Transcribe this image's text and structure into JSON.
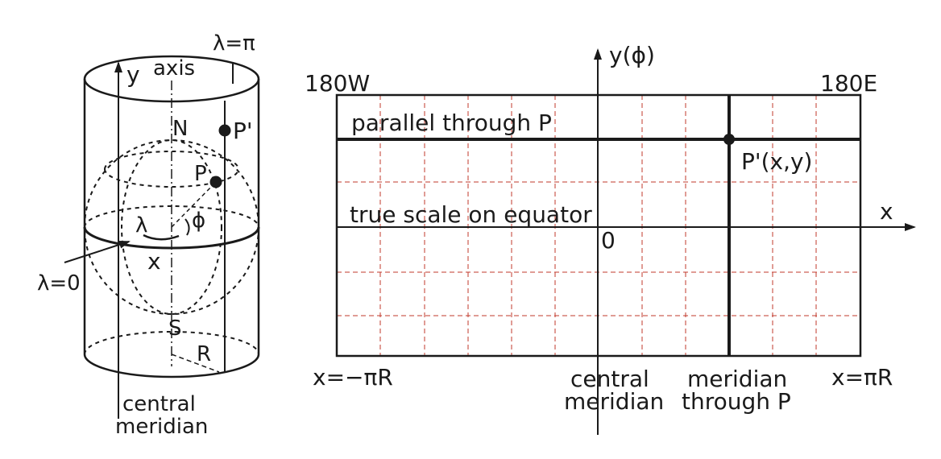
{
  "cylinder": {
    "label_lambda_pi": "λ=π",
    "label_y": "y",
    "label_axis": "axis",
    "label_N": "N",
    "label_P_prime": "P'",
    "label_P": "P",
    "label_lambda": "λ",
    "label_phi": "ϕ",
    "label_x": "x",
    "label_lambda_zero": "λ=0",
    "label_S": "S",
    "label_R": "R",
    "label_central": "central",
    "label_meridian": "meridian"
  },
  "map": {
    "label_y_phi": "y(ϕ)",
    "label_180W": "180W",
    "label_180E": "180E",
    "label_parallel": "parallel through P",
    "label_P_point": "P'(x,y)",
    "label_equator": "true scale on equator",
    "label_x_axis": "x",
    "label_origin": "0",
    "label_x_min": "x=−πR",
    "label_central_1": "central",
    "label_central_2": "meridian",
    "label_meridian_1": "meridian",
    "label_meridian_2": "through P",
    "label_x_max": "x=πR"
  },
  "colors": {
    "ink": "#1a1a1a",
    "grid": "#c0392b"
  }
}
